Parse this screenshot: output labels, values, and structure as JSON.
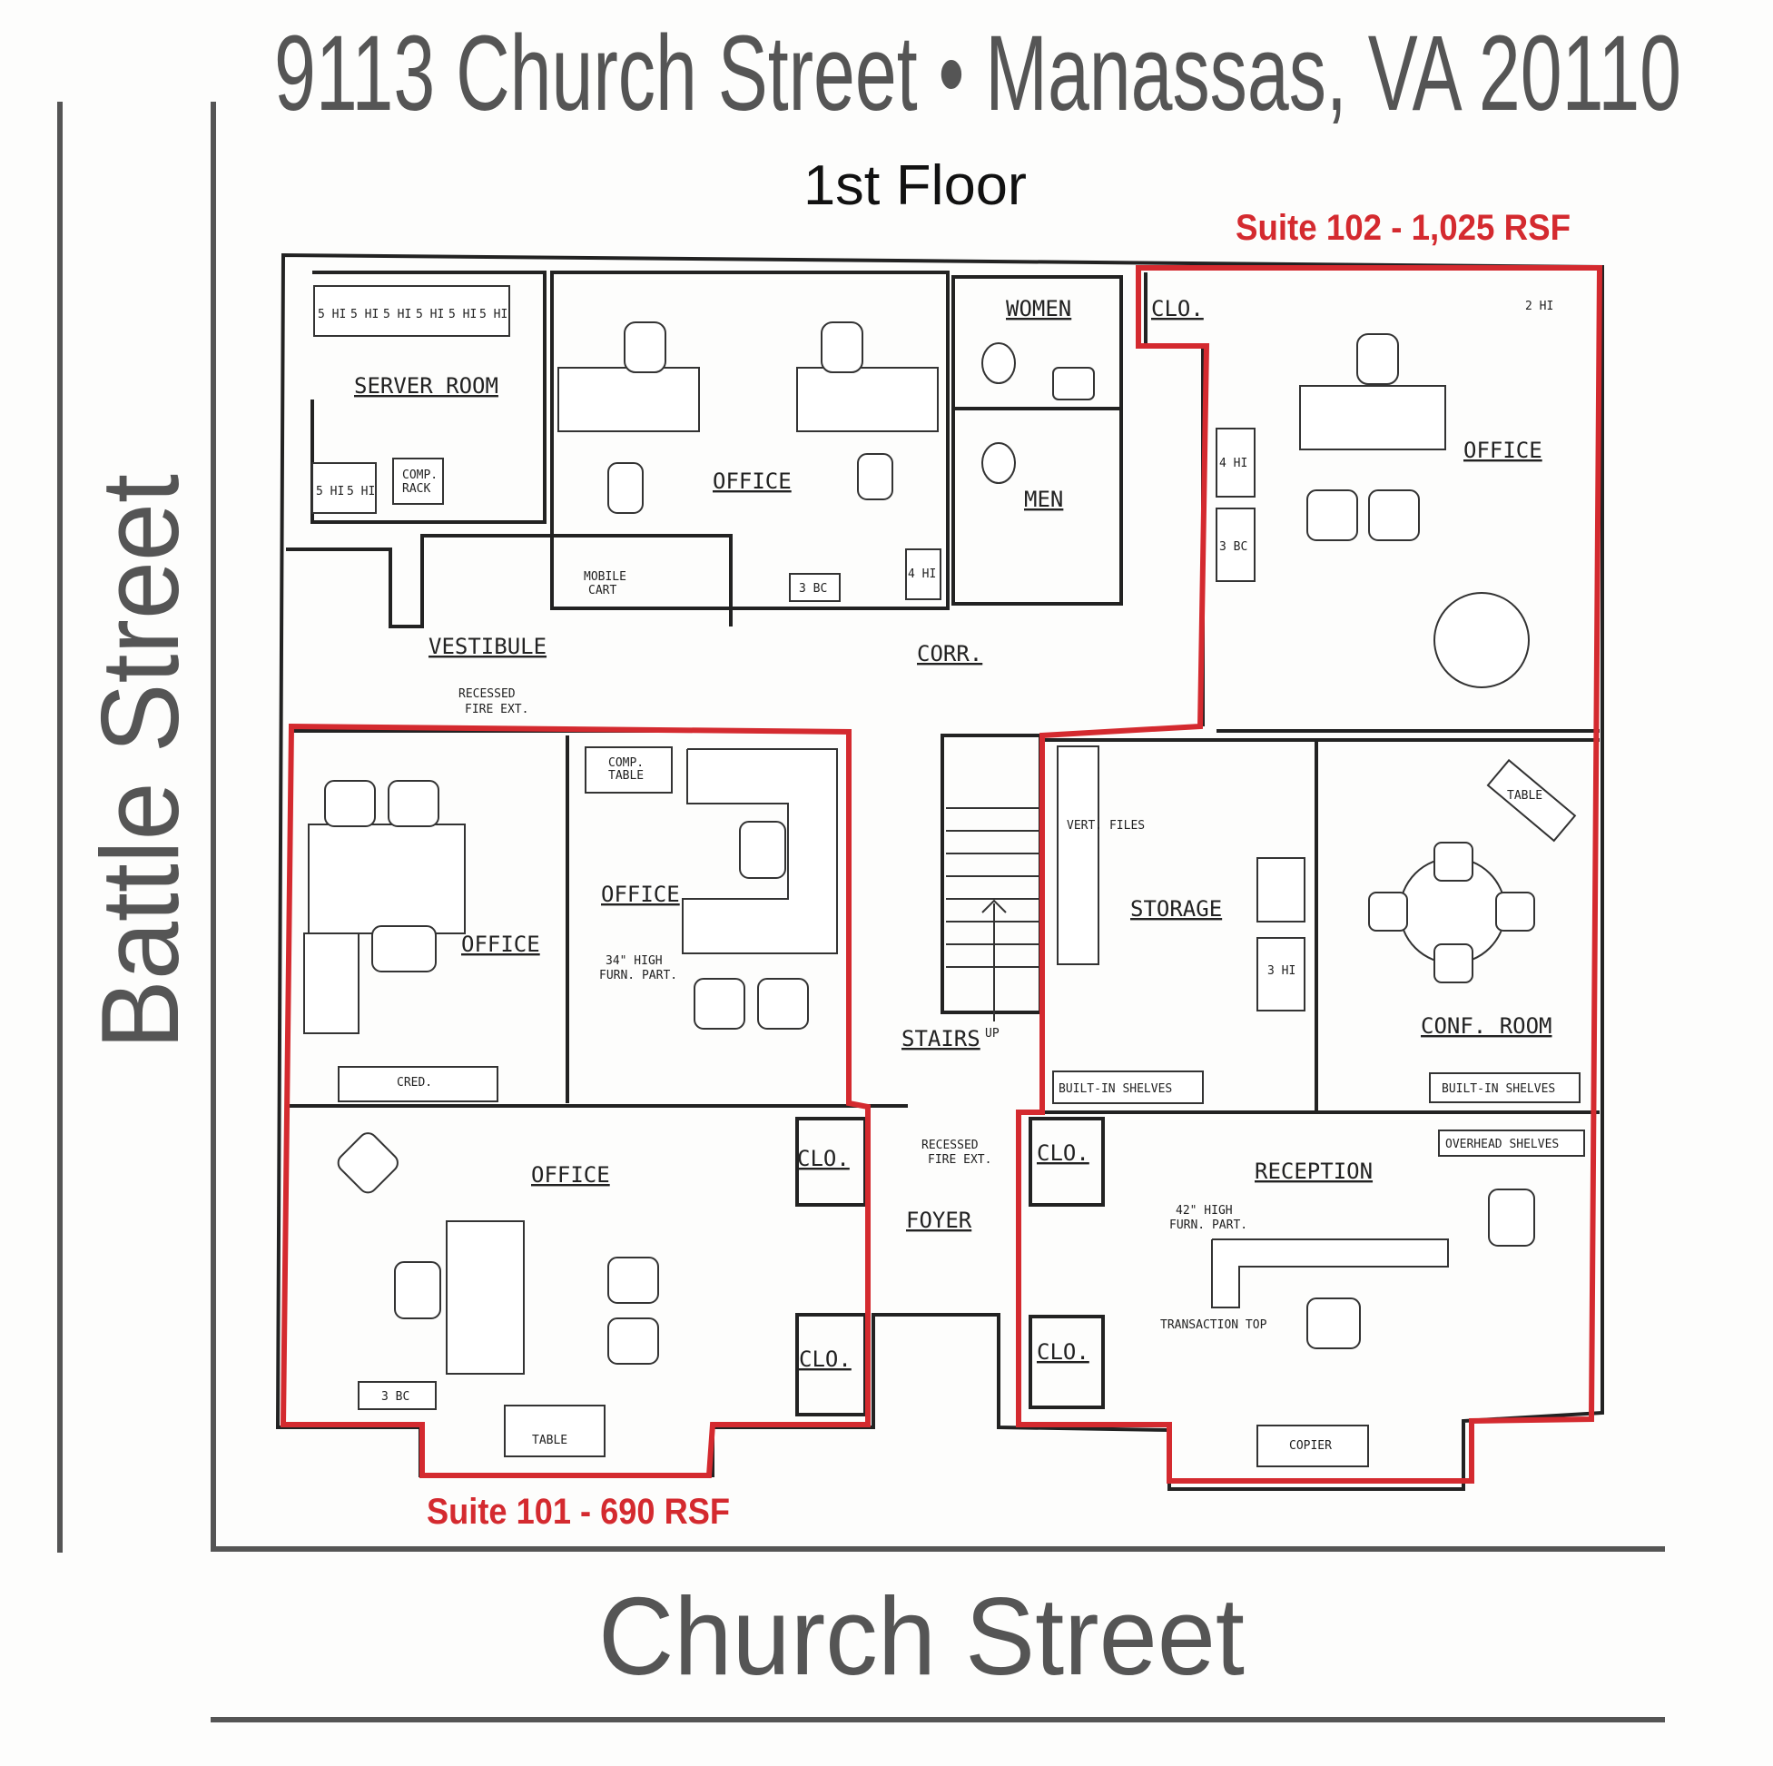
{
  "header": {
    "title": "9113 Church Street • Manassas, VA 20110",
    "floor": "1st Floor"
  },
  "streets": {
    "left": "Battle Street",
    "bottom": "Church Street"
  },
  "suites": [
    {
      "label": "Suite 102 - 1,025 RSF",
      "color": "#d42a2f"
    },
    {
      "label": "Suite 101 - 690 RSF",
      "color": "#d42a2f"
    }
  ],
  "rooms": [
    {
      "label": "SERVER ROOM"
    },
    {
      "label": "OFFICE"
    },
    {
      "label": "WOMEN"
    },
    {
      "label": "MEN"
    },
    {
      "label": "CLO."
    },
    {
      "label": "OFFICE"
    },
    {
      "label": "VESTIBULE"
    },
    {
      "label": "CORR."
    },
    {
      "label": "OFFICE"
    },
    {
      "label": "OFFICE"
    },
    {
      "label": "STAIRS"
    },
    {
      "label": "STORAGE"
    },
    {
      "label": "CONF. ROOM"
    },
    {
      "label": "RECEPTION"
    },
    {
      "label": "CLO."
    },
    {
      "label": "CLO."
    },
    {
      "label": "FOYER"
    },
    {
      "label": "OFFICE"
    },
    {
      "label": "CLO."
    },
    {
      "label": "CLO."
    }
  ],
  "notes": [
    {
      "label": "5 HI"
    },
    {
      "label": "5 HI"
    },
    {
      "label": "5 HI"
    },
    {
      "label": "5 HI"
    },
    {
      "label": "5 HI"
    },
    {
      "label": "5 HI"
    },
    {
      "label": "5 HI"
    },
    {
      "label": "5 HI"
    },
    {
      "label": "COMP."
    },
    {
      "label": "RACK"
    },
    {
      "label": "MOBILE"
    },
    {
      "label": "CART"
    },
    {
      "label": "3 BC"
    },
    {
      "label": "4 HI"
    },
    {
      "label": "4 HI"
    },
    {
      "label": "3 BC"
    },
    {
      "label": "2 HI"
    },
    {
      "label": "RECESSED"
    },
    {
      "label": "FIRE EXT."
    },
    {
      "label": "COMP."
    },
    {
      "label": "TABLE"
    },
    {
      "label": "34\" HIGH"
    },
    {
      "label": "FURN. PART."
    },
    {
      "label": "CRED."
    },
    {
      "label": "UP"
    },
    {
      "label": "VERT. FILES"
    },
    {
      "label": "3 HI"
    },
    {
      "label": "TABLE"
    },
    {
      "label": "BUILT-IN SHELVES"
    },
    {
      "label": "BUILT-IN SHELVES"
    },
    {
      "label": "OVERHEAD SHELVES"
    },
    {
      "label": "RECESSED"
    },
    {
      "label": "FIRE EXT."
    },
    {
      "label": "42\" HIGH"
    },
    {
      "label": "FURN. PART."
    },
    {
      "label": "TRANSACTION TOP"
    },
    {
      "label": "COPIER"
    },
    {
      "label": "3 BC"
    },
    {
      "label": "TABLE"
    }
  ]
}
